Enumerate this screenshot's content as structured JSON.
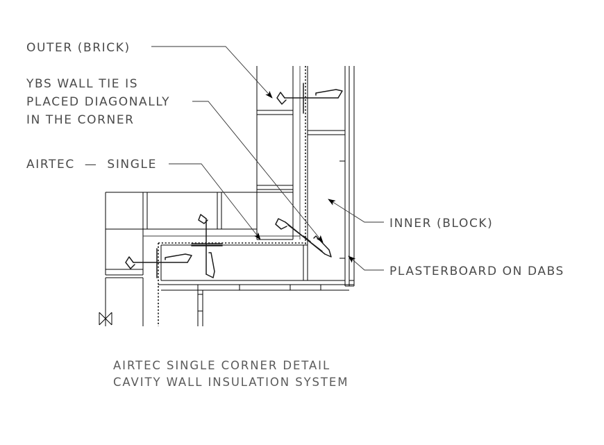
{
  "document": {
    "type": "cad-detail-drawing",
    "background_color": "#ffffff",
    "line_color": "#000000",
    "text_color": "#4a4a4a"
  },
  "title_block": {
    "line1": "AIRTEC SINGLE CORNER DETAIL",
    "line2": "CAVITY WALL INSULATION SYSTEM"
  },
  "labels": {
    "outer_brick": "OUTER (BRICK)",
    "wall_tie_line1": "YBS WALL TIE IS",
    "wall_tie_line2": "PLACED DIAGONALLY",
    "wall_tie_line3": "IN THE CORNER",
    "airtec_single": "AIRTEC  —  SINGLE",
    "inner_block": "INNER (BLOCK)",
    "plasterboard": "PLASTERBOARD ON DABS"
  },
  "components": [
    {
      "name": "outer-brick-leaf",
      "label": "OUTER (BRICK)"
    },
    {
      "name": "ybs-wall-tie",
      "label": "YBS WALL TIE IS PLACED DIAGONALLY IN THE CORNER"
    },
    {
      "name": "airtec-single-insulation",
      "label": "AIRTEC — SINGLE"
    },
    {
      "name": "inner-block-leaf",
      "label": "INNER (BLOCK)"
    },
    {
      "name": "plasterboard-on-dabs",
      "label": "PLASTERBOARD ON DABS"
    }
  ]
}
